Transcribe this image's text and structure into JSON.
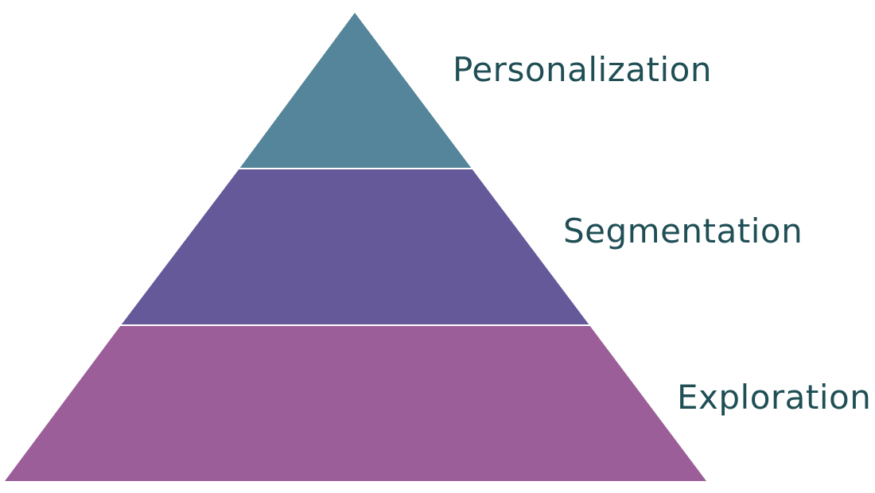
{
  "diagram": {
    "type": "pyramid",
    "label_color": "#1f4f55",
    "tiers": [
      {
        "label": "Personalization",
        "color": "#55859a"
      },
      {
        "label": "Segmentation",
        "color": "#655999"
      },
      {
        "label": "Exploration",
        "color": "#9b5e99"
      }
    ]
  }
}
